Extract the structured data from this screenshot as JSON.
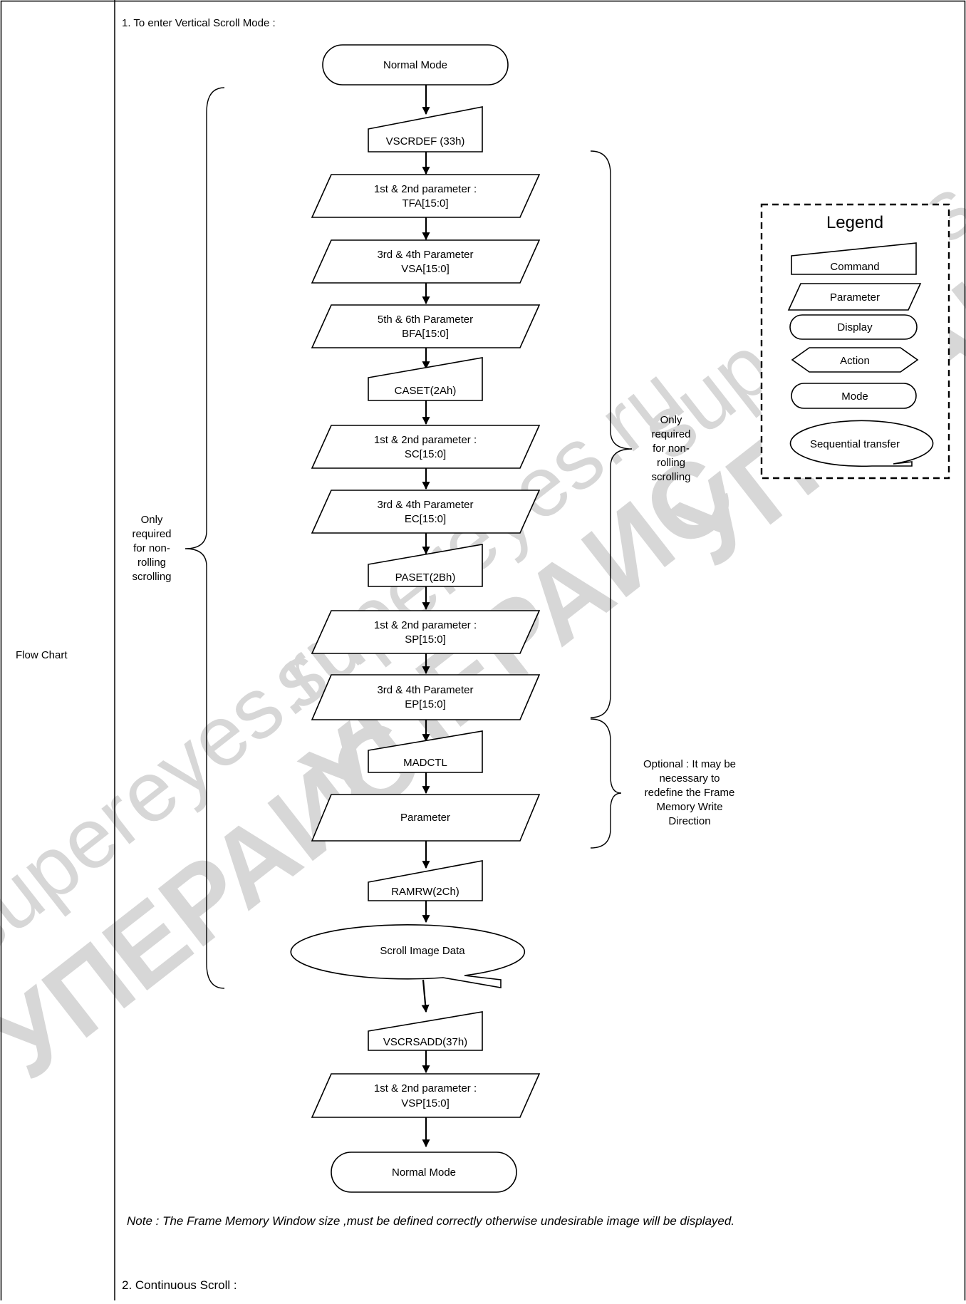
{
  "row_label": "Flow Chart",
  "section1_title": "1. To enter Vertical Scroll Mode :",
  "section2_title": "2. Continuous Scroll :",
  "note": "Note : The Frame Memory Window size ,must be defined correctly otherwise undesirable image will be displayed.",
  "flow": {
    "start": "Normal Mode",
    "vscrdef": "VSCRDEF (33h)",
    "tfa": [
      "1st & 2nd parameter :",
      "TFA[15:0]"
    ],
    "vsa": [
      "3rd & 4th Parameter",
      "VSA[15:0]"
    ],
    "bfa": [
      "5th & 6th Parameter",
      "BFA[15:0]"
    ],
    "caset": "CASET(2Ah)",
    "sc": [
      "1st & 2nd parameter :",
      "SC[15:0]"
    ],
    "ec": [
      "3rd & 4th Parameter",
      "EC[15:0]"
    ],
    "paset": "PASET(2Bh)",
    "sp": [
      "1st & 2nd parameter :",
      "SP[15:0]"
    ],
    "ep": [
      "3rd & 4th Parameter",
      "EP[15:0]"
    ],
    "madctl": "MADCTL",
    "parameter": "Parameter",
    "ramrw": "RAMRW(2Ch)",
    "scroll_data": "Scroll Image Data",
    "vscrsadd": "VSCRSADD(37h)",
    "vsp": [
      "1st & 2nd parameter :",
      "VSP[15:0]"
    ],
    "end": "Normal Mode"
  },
  "annotations": {
    "left_brace": [
      "Only",
      "required",
      "for non-",
      "rolling",
      "scrolling"
    ],
    "right_brace": [
      "Only",
      "required",
      "for non-",
      "rolling",
      "scrolling"
    ],
    "optional": [
      "Optional : It may be",
      "necessary to",
      "redefine the Frame",
      "Memory Write",
      "Direction"
    ]
  },
  "legend": {
    "title": "Legend",
    "items": [
      "Command",
      "Parameter",
      "Display",
      "Action",
      "Mode",
      "Sequential transfer"
    ]
  },
  "watermark": [
    "supereyes.ru",
    "УПЕРАИС"
  ]
}
